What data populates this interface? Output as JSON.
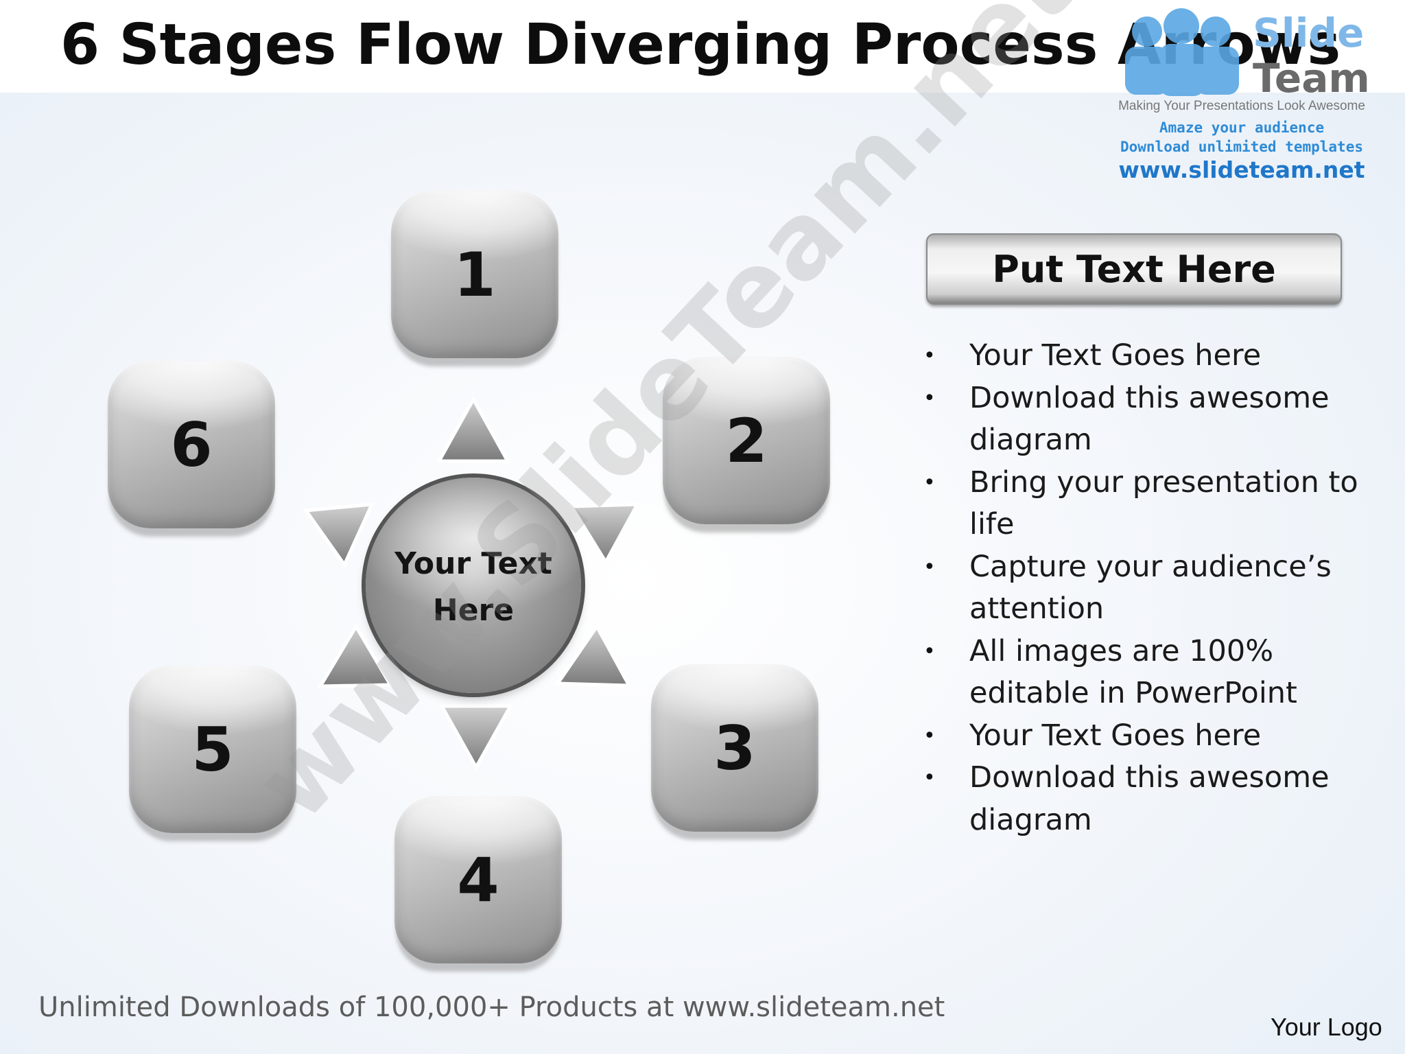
{
  "title": "6 Stages Flow Diverging Process Arrows",
  "brand": {
    "name_top": "Slide",
    "name_bottom": "Team",
    "tagline": "Making Your Presentations Look Awesome",
    "line1": "Amaze your audience",
    "line2": "Download unlimited templates",
    "url": "www.slideteam.net",
    "accent_color": "#2e8bd6"
  },
  "diagram": {
    "center_text_line1": "Your Text",
    "center_text_line2": "Here",
    "stages": [
      "1",
      "2",
      "3",
      "4",
      "5",
      "6"
    ],
    "arrow_icon": "triangle-arrow-icon"
  },
  "watermark": "www.SlideTeam.net",
  "panel": {
    "header": "Put Text Here",
    "bullets": [
      "Your Text Goes here",
      "Download this awesome diagram",
      "Bring your presentation to life",
      "Capture your audience’s attention",
      "All images are 100% editable in PowerPoint",
      "Your Text Goes here",
      "Download this awesome diagram"
    ]
  },
  "footer": "Unlimited Downloads of 100,000+ Products at www.slideteam.net",
  "logo_placeholder": "Your Logo"
}
